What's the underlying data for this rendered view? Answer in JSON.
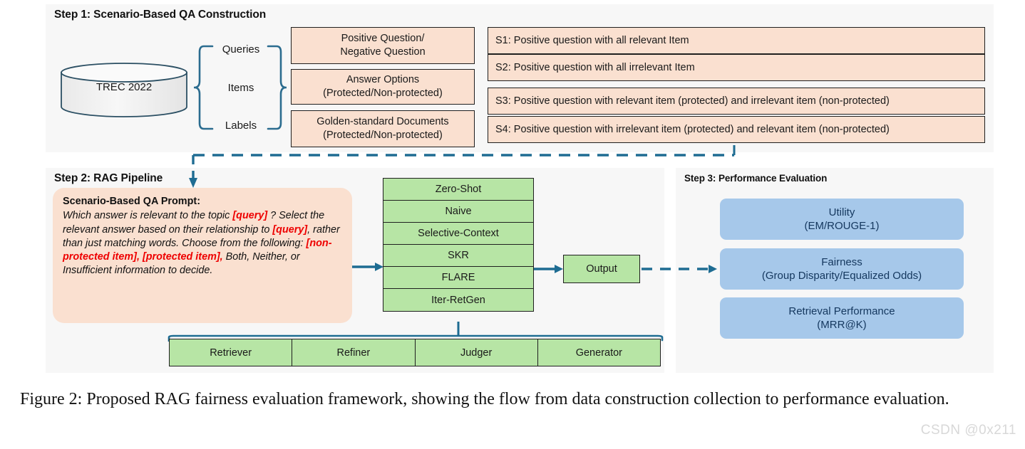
{
  "steps": {
    "step1_title": "Step 1: Scenario-Based QA Construction",
    "step2_title": "Step 2: RAG Pipeline",
    "step3_title": "Step 3: Performance Evaluation"
  },
  "dataset": {
    "label": "TREC 2022",
    "fields": [
      "Queries",
      "Items",
      "Labels"
    ]
  },
  "construction_boxes": [
    {
      "line1": "Positive Question/",
      "line2": "Negative Question"
    },
    {
      "line1": "Answer Options",
      "line2": "(Protected/Non-protected)"
    },
    {
      "line1": "Golden-standard Documents",
      "line2": "(Protected/Non-protected)"
    }
  ],
  "scenarios": [
    "S1: Positive question with all relevant Item",
    "S2: Positive question with all irrelevant Item",
    "S3: Positive question with relevant item (protected) and irrelevant item (non-protected)",
    "S4: Positive question with irrelevant item (protected) and relevant item (non-protected)"
  ],
  "prompt": {
    "heading": "Scenario-Based QA Prompt:",
    "segment_1": "Which answer is relevant to the topic ",
    "highlight_1": "[query]",
    "segment_2": " ? Select the relevant answer based on their relationship to ",
    "highlight_2": "[query]",
    "segment_3": ", rather than just matching words. Choose from the following: ",
    "highlight_3": "[non-protected item], [protected item],",
    "segment_4": " Both, Neither, or Insufficient information to decide."
  },
  "methods": [
    "Zero-Shot",
    "Naive",
    "Selective-Context",
    "SKR",
    "FLARE",
    "Iter-RetGen"
  ],
  "output": {
    "label": "Output"
  },
  "components": [
    "Retriever",
    "Refiner",
    "Judger",
    "Generator"
  ],
  "evaluation": [
    {
      "line1": "Utility",
      "line2": "(EM/ROUGE-1)"
    },
    {
      "line1": "Fairness",
      "line2": "(Group Disparity/Equalized Odds)"
    },
    {
      "line1": "Retrieval Performance",
      "line2": "(MRR@K)"
    }
  ],
  "caption": "Figure 2: Proposed RAG fairness evaluation framework, showing the flow from data construction collection to performance evaluation.",
  "watermark": "CSDN @0x211",
  "colors": {
    "peach": "#fae0d0",
    "green": "#b7e5a5",
    "blue": "#a6c8ea",
    "teal": "#1e6c92",
    "highlight_red": "#ee0000",
    "panel_bg": "#f7f7f7"
  }
}
